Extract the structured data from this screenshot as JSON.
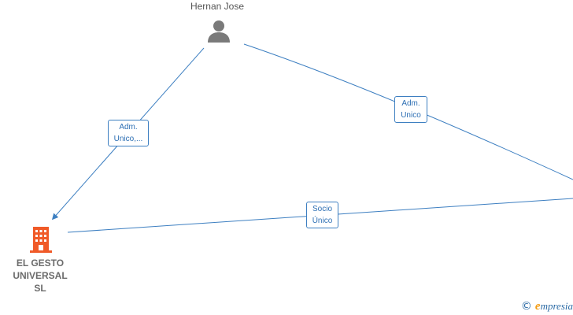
{
  "nodes": {
    "person": {
      "name": "Hernan Jose",
      "icon": "person-icon"
    },
    "company": {
      "name": "EL GESTO\nUNIVERSAL\nSL",
      "icon": "building-icon",
      "color": "#f05a28"
    }
  },
  "edges": [
    {
      "label": "Adm.\nUnico,..."
    },
    {
      "label": "Adm.\nUnico"
    },
    {
      "label": "Socio\nÚnico"
    }
  ],
  "colors": {
    "edge": "#3d7fc1",
    "edge_text": "#2d6fb4",
    "person_icon": "#7a7a7a"
  },
  "watermark": {
    "symbol": "©",
    "brand_initial": "e",
    "brand_rest": "mpresia"
  }
}
